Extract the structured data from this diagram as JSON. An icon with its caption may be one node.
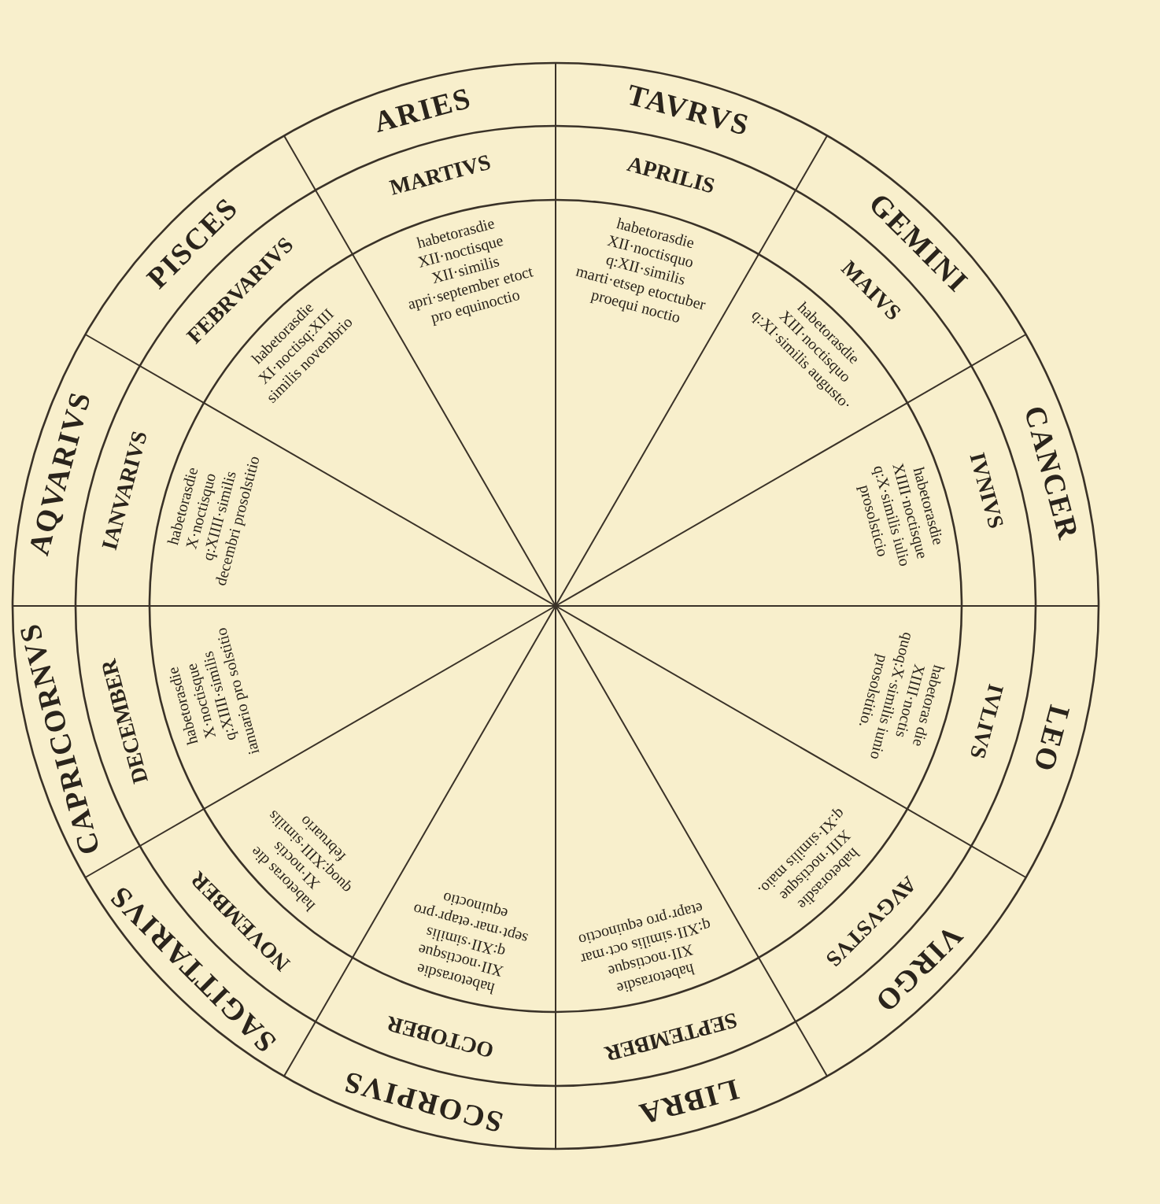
{
  "diagram": {
    "labels": [
      "ARIES",
      "TAVRVS",
      "GEMINI",
      "CANCER",
      "LEO",
      "VIRGO",
      "LIBRA",
      "SCORPIVS",
      "SAGITTARIVS",
      "CAPRICORNVS",
      "AQVARIVS",
      "PISCES",
      "MARTIVS",
      "APRILIS",
      "MAIVS",
      "IVNIVS",
      "IVLIVS",
      "AVGVSTVS",
      "SEPTEMBER",
      "OCTOBER",
      "NOVEMBER",
      "DECEMBER",
      "IANVARIVS",
      "FEBRVARIVS",
      "habetorasdie XII·noctisque XII·similis apri·september etoct pro equinoctio",
      "habetorasdie XII·noctisquo q:XII·similis marti·etsep etoctuber proequi noctio",
      "habetorasdie XIII·noctisquo q:XI·similis augusto·",
      "habetorasdie XIIII·noctisque q:X·similis iulio prosolsticio",
      "habetoras die XIIII·noctis quoq:X·similis iunio prosolstitio.",
      "habetorasdie XIII·noctisque q:XI·similis maio.",
      "habetorasdie XII·noctisque q:XII·similis oct·mar etapr·pro equinoctio",
      "habetorasdie XII·noctisque q:XII·similis sept·mar·etapr·pro equinoctio",
      "habetoras die XI·noctis quoq:XIII·similis februario",
      "habetorasdie X·noctisque q:XIIII·similis ianuario pro solstitio",
      "habetorasdie X·noctisquo q:XIIII·similis decembri prosolstitio",
      "habetorasdie XI·noctisq:XIII similis novembrio"
    ]
  }
}
